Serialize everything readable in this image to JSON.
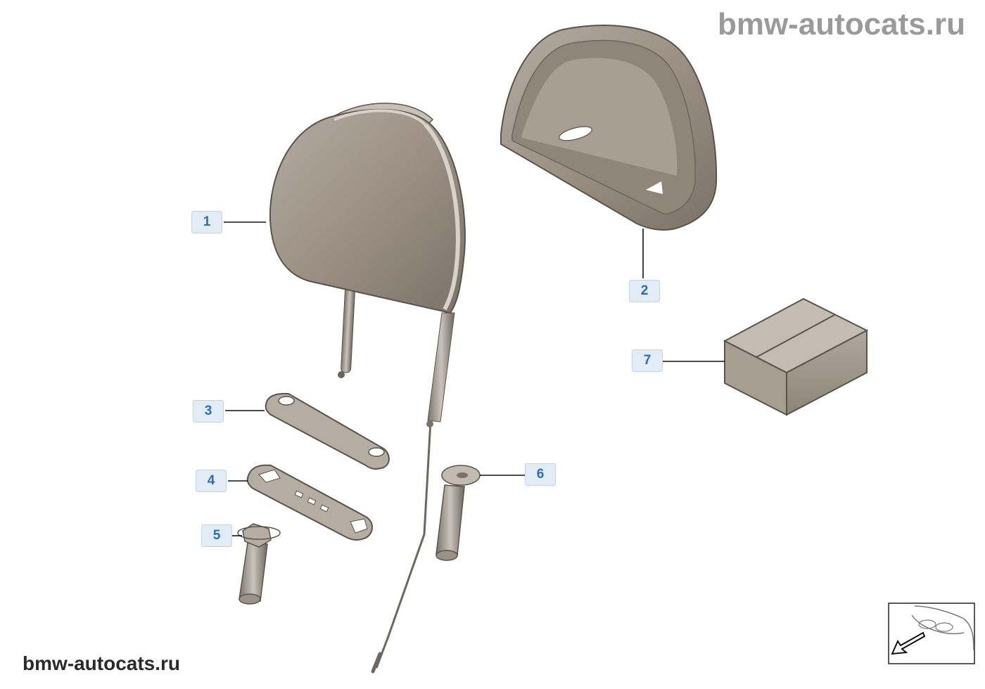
{
  "watermarks": {
    "top": "bmw-autocats.ru",
    "bottom": "bmw-autocats.ru"
  },
  "callouts": [
    {
      "id": "1",
      "part": "headrest-assembly"
    },
    {
      "id": "2",
      "part": "headrest-cover"
    },
    {
      "id": "3",
      "part": "support-plate"
    },
    {
      "id": "4",
      "part": "mounting-frame"
    },
    {
      "id": "5",
      "part": "guide-sleeve"
    },
    {
      "id": "6",
      "part": "guide-sleeve-with-cap"
    },
    {
      "id": "7",
      "part": "parts-kit-box"
    }
  ],
  "icons": {
    "nav": "vehicle-position-arrow-icon"
  },
  "colors": {
    "part_fill": "#a49a8e",
    "part_light": "#cfc7bc",
    "part_dark": "#6d655c",
    "callout_bg": "#e3ebf5",
    "callout_text": "#2d6db5",
    "leader": "#111111"
  }
}
